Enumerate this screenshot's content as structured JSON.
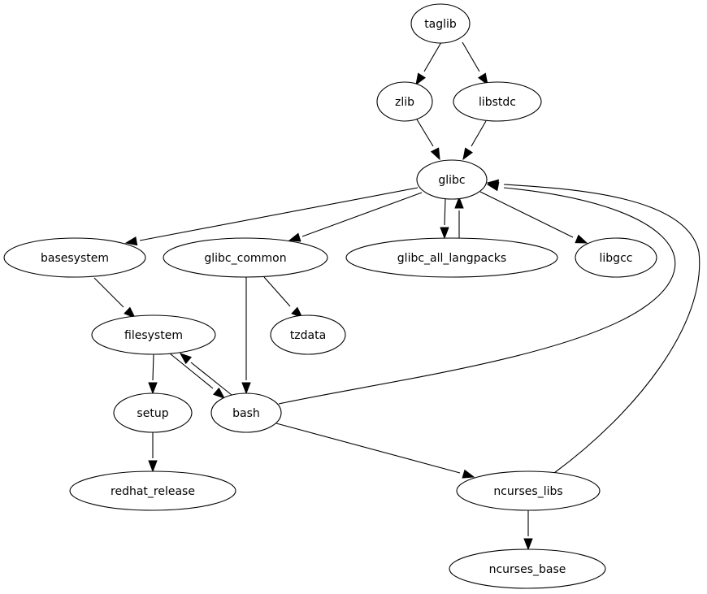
{
  "graph": {
    "type": "directed",
    "nodes": [
      {
        "id": "taglib",
        "label": "taglib"
      },
      {
        "id": "zlib",
        "label": "zlib"
      },
      {
        "id": "libstdc",
        "label": "libstdc"
      },
      {
        "id": "glibc",
        "label": "glibc"
      },
      {
        "id": "basesystem",
        "label": "basesystem"
      },
      {
        "id": "glibc_common",
        "label": "glibc_common"
      },
      {
        "id": "glibc_all_langpacks",
        "label": "glibc_all_langpacks"
      },
      {
        "id": "libgcc",
        "label": "libgcc"
      },
      {
        "id": "filesystem",
        "label": "filesystem"
      },
      {
        "id": "tzdata",
        "label": "tzdata"
      },
      {
        "id": "setup",
        "label": "setup"
      },
      {
        "id": "bash",
        "label": "bash"
      },
      {
        "id": "redhat_release",
        "label": "redhat_release"
      },
      {
        "id": "ncurses_libs",
        "label": "ncurses_libs"
      },
      {
        "id": "ncurses_base",
        "label": "ncurses_base"
      }
    ],
    "edges": [
      {
        "from": "taglib",
        "to": "zlib"
      },
      {
        "from": "taglib",
        "to": "libstdc"
      },
      {
        "from": "zlib",
        "to": "glibc"
      },
      {
        "from": "libstdc",
        "to": "glibc"
      },
      {
        "from": "glibc",
        "to": "basesystem"
      },
      {
        "from": "glibc",
        "to": "glibc_common"
      },
      {
        "from": "glibc",
        "to": "glibc_all_langpacks"
      },
      {
        "from": "glibc_all_langpacks",
        "to": "glibc"
      },
      {
        "from": "glibc",
        "to": "libgcc"
      },
      {
        "from": "basesystem",
        "to": "filesystem"
      },
      {
        "from": "glibc_common",
        "to": "tzdata"
      },
      {
        "from": "glibc_common",
        "to": "bash"
      },
      {
        "from": "filesystem",
        "to": "setup"
      },
      {
        "from": "filesystem",
        "to": "bash"
      },
      {
        "from": "bash",
        "to": "filesystem"
      },
      {
        "from": "bash",
        "to": "glibc"
      },
      {
        "from": "bash",
        "to": "ncurses_libs"
      },
      {
        "from": "setup",
        "to": "redhat_release"
      },
      {
        "from": "ncurses_libs",
        "to": "glibc"
      },
      {
        "from": "ncurses_libs",
        "to": "ncurses_base"
      }
    ]
  }
}
